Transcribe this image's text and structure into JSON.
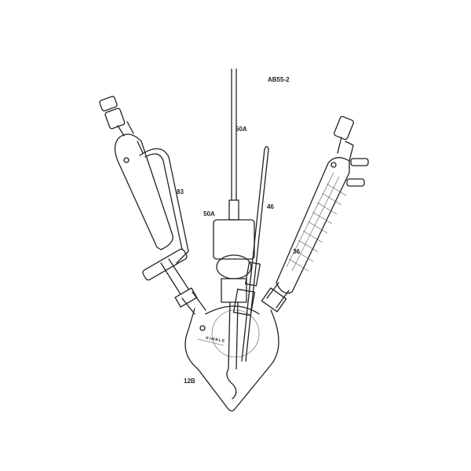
{
  "drawing_id": "AB55-2",
  "labels": {
    "funnel": "83",
    "stirrer_rod": "50A",
    "stirrer_bearing": "50A",
    "thermometer": "46",
    "condenser": "36",
    "flask": "12B"
  },
  "logo_text": "KIMBLE",
  "colors": {
    "line": "#222222",
    "background": "#ffffff"
  }
}
